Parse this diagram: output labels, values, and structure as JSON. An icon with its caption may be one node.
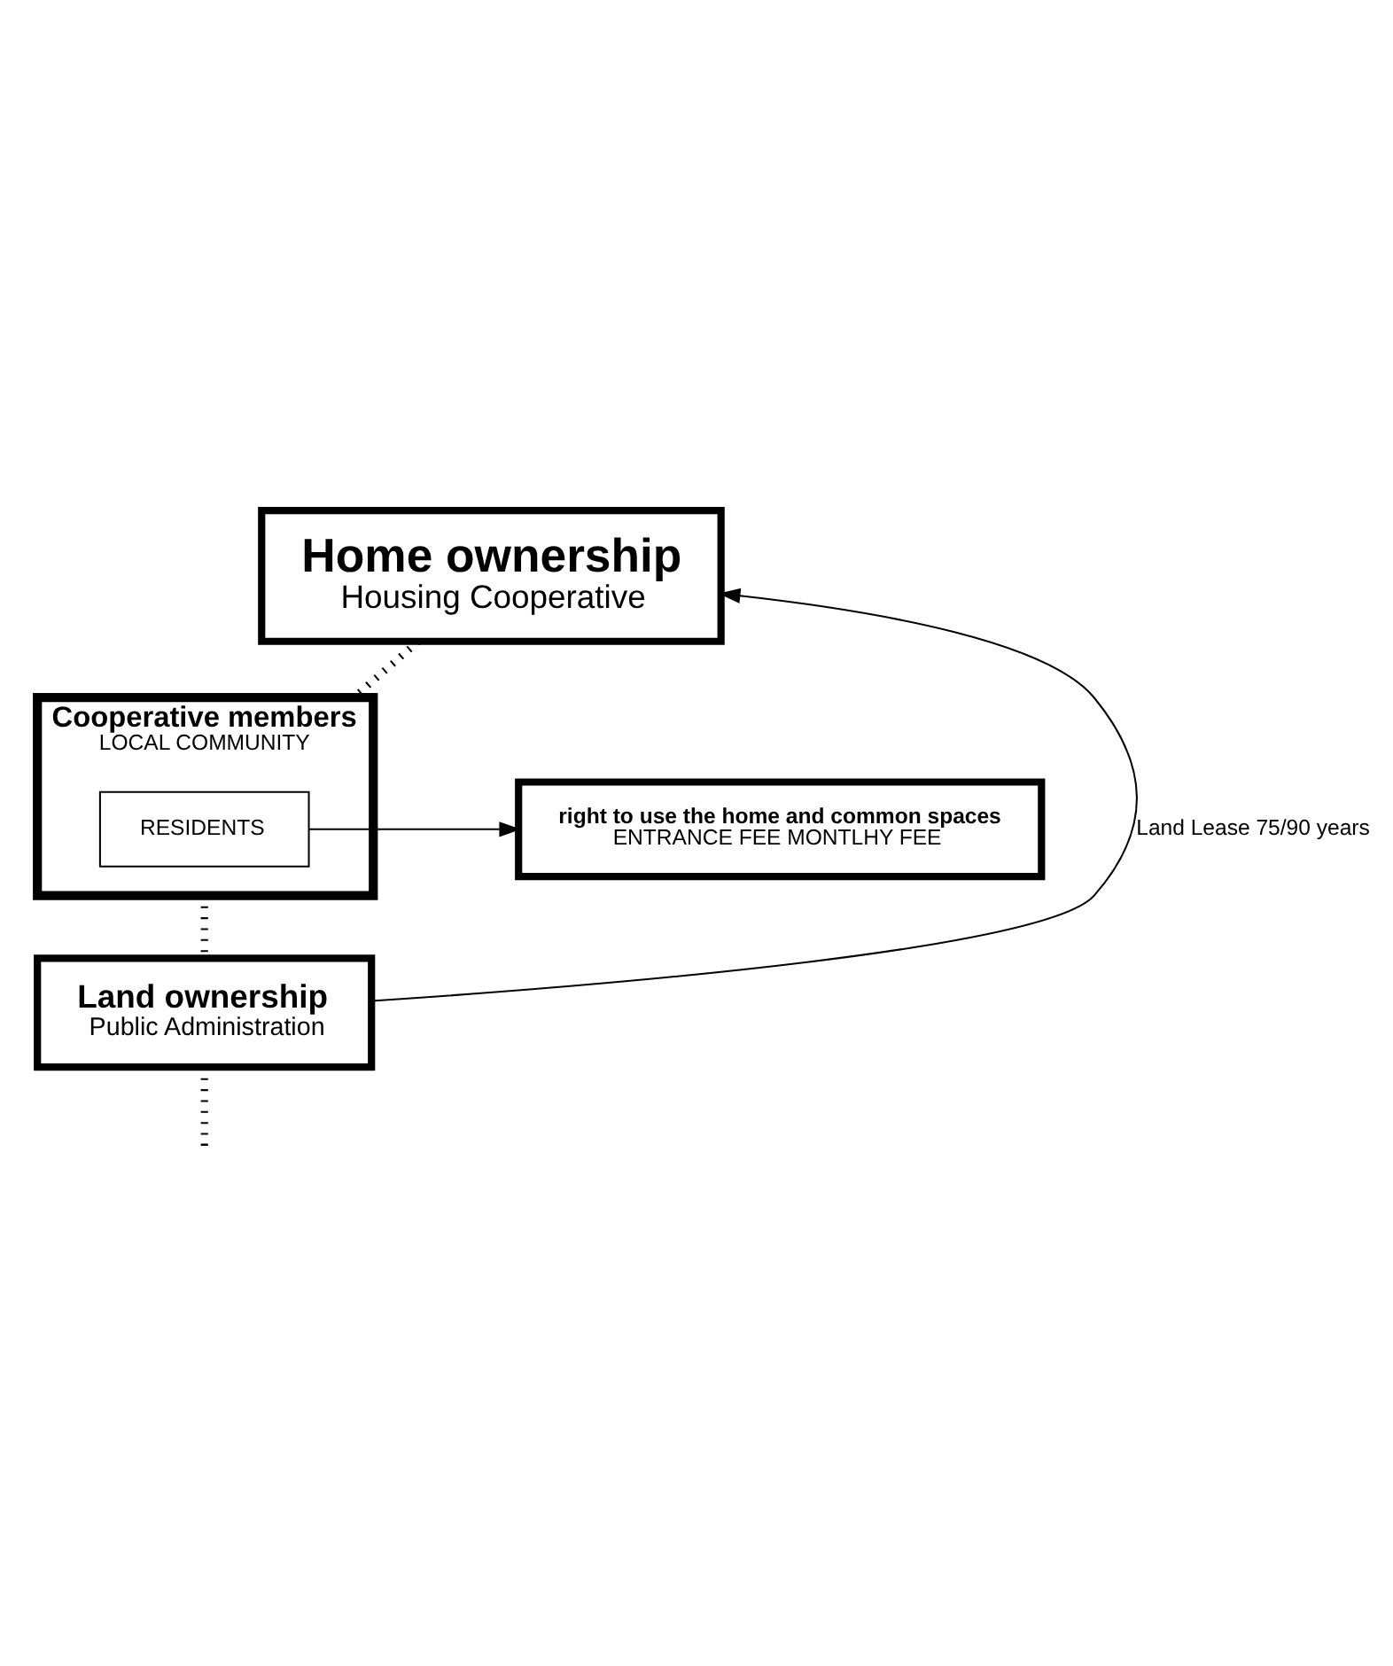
{
  "diagram": {
    "nodes": [
      {
        "text": [
          "Home ownership",
          "Housing Cooperative"
        ]
      },
      {
        "text": [
          "Cooperative members",
          "LOCAL COMMUNITY"
        ]
      },
      {
        "text": [
          "RESIDENTS"
        ],
        "in": 1
      },
      {
        "text": [
          "right to use the home and common spaces",
          "ENTRANCE FEE MONTLHY FEE"
        ]
      },
      {
        "text": [
          "Land ownership",
          "Public Administration"
        ]
      }
    ],
    "edges": [
      {
        "from": 0,
        "to": 1,
        "arrow": "none",
        "style": "dashed"
      },
      {
        "from": 2,
        "to": 3,
        "arrow": "to"
      },
      {
        "from": 1,
        "to": 4,
        "arrow": "none",
        "style": "dashed"
      },
      {
        "from": 4,
        "to": null,
        "arrow": "none",
        "style": "dashed"
      },
      {
        "from": 4,
        "to": 0,
        "arrow": "to",
        "label": "Land Lease 75/90 years"
      }
    ]
  }
}
